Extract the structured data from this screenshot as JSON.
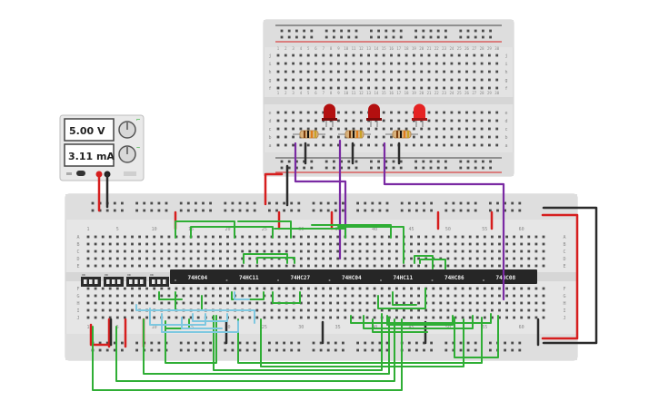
{
  "power_supply": {
    "voltage_display": "5.00 V",
    "current_display": "3.11 mA"
  },
  "breadboard_main": {
    "column_labels": [
      "1",
      "5",
      "10",
      "15",
      "20",
      "25",
      "30",
      "35",
      "40",
      "45",
      "50",
      "55",
      "60"
    ],
    "row_labels_top": [
      "A",
      "B",
      "C",
      "D",
      "E"
    ],
    "row_labels_bottom": [
      "F",
      "G",
      "H",
      "I",
      "J"
    ]
  },
  "breadboard_top": {
    "column_labels": [
      "1",
      "2",
      "3",
      "4",
      "5",
      "6",
      "7",
      "8",
      "9",
      "10",
      "11",
      "12",
      "13",
      "14",
      "15",
      "16",
      "17",
      "18",
      "19",
      "20",
      "21",
      "22",
      "23",
      "24",
      "25",
      "26",
      "27",
      "28",
      "29",
      "30"
    ],
    "row_labels_top": [
      "j",
      "i",
      "h",
      "g",
      "f"
    ],
    "row_labels_bottom": [
      "e",
      "d",
      "c",
      "b",
      "a"
    ]
  },
  "chips": [
    {
      "label": "74HC04"
    },
    {
      "label": "74HC11"
    },
    {
      "label": "74HC27"
    },
    {
      "label": "74HC04"
    },
    {
      "label": "74HC11"
    },
    {
      "label": "74HC86"
    },
    {
      "label": "74HC08"
    }
  ],
  "dip_switches": [
    {
      "label": "ON"
    },
    {
      "label": "ON"
    },
    {
      "label": "ON"
    },
    {
      "label": "ON"
    }
  ],
  "leds": [
    {
      "color": "#b30f0f"
    },
    {
      "color": "#b30f0f"
    },
    {
      "color": "#e52222"
    }
  ],
  "colors": {
    "wire_green": "#2fae35",
    "wire_red": "#d61e1e",
    "wire_black": "#2b2b2b",
    "wire_purple": "#7a2aa3",
    "wire_cyan": "#7ec8e0",
    "board": "#e6e6e6",
    "chip": "#262626"
  }
}
